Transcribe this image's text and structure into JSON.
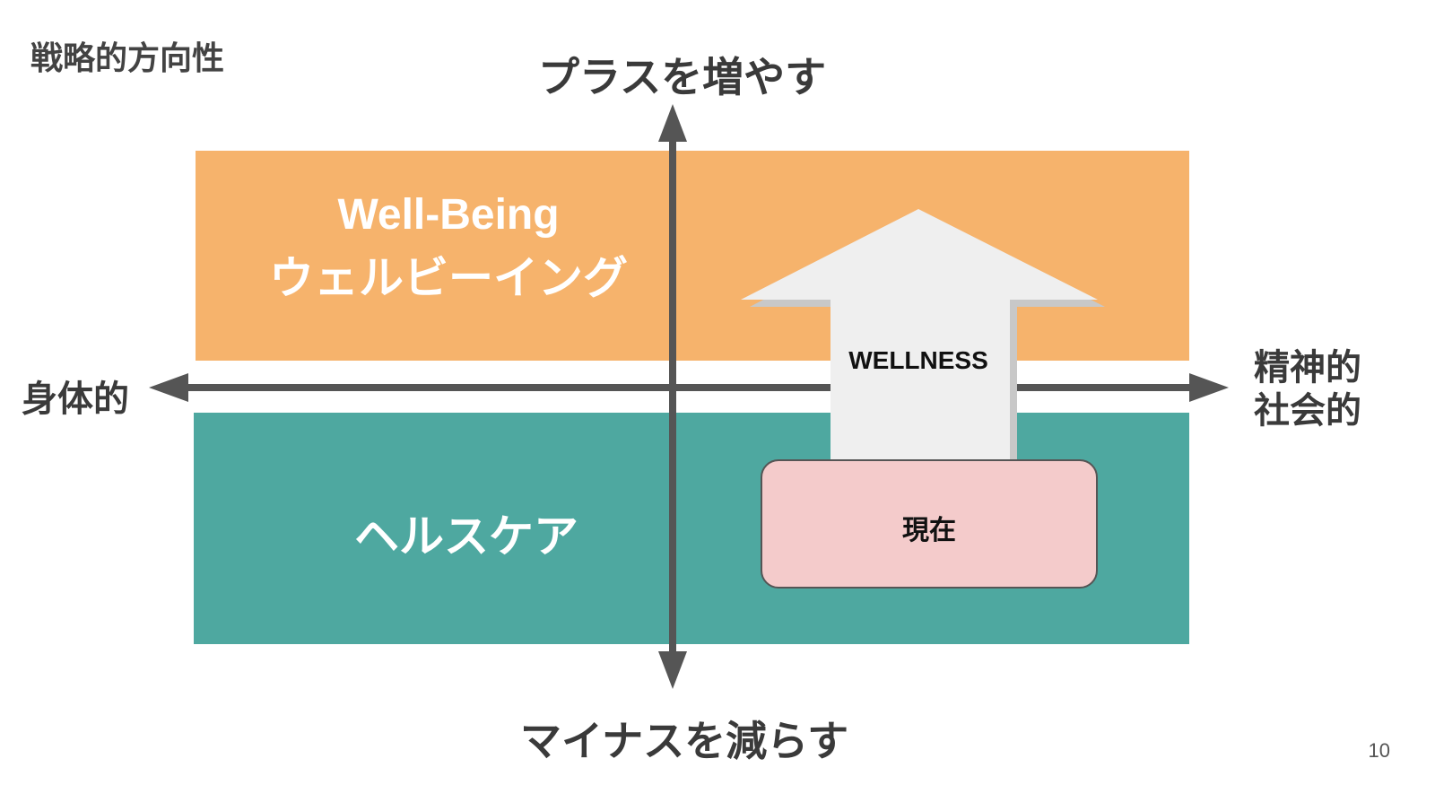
{
  "slide": {
    "title": "戦略的方向性",
    "page_number": "10"
  },
  "axes": {
    "top": "プラスを増やす",
    "bottom": "マイナスを減らす",
    "left": "身体的",
    "right_line1": "精神的",
    "right_line2": "社会的"
  },
  "bands": {
    "upper_title": "Well-Being",
    "upper_subtitle": "ウェルビーイング",
    "lower_title": "ヘルスケア"
  },
  "arrow": {
    "label": "WELLNESS"
  },
  "current_box": {
    "label": "現在"
  },
  "colors": {
    "upper_band": "#f6b36c",
    "lower_band": "#4ea8a0",
    "axis": "#555555",
    "arrow_fill": "#efefef",
    "arrow_shadow": "#c8c8c8",
    "current_box": "#f4cbcb"
  }
}
